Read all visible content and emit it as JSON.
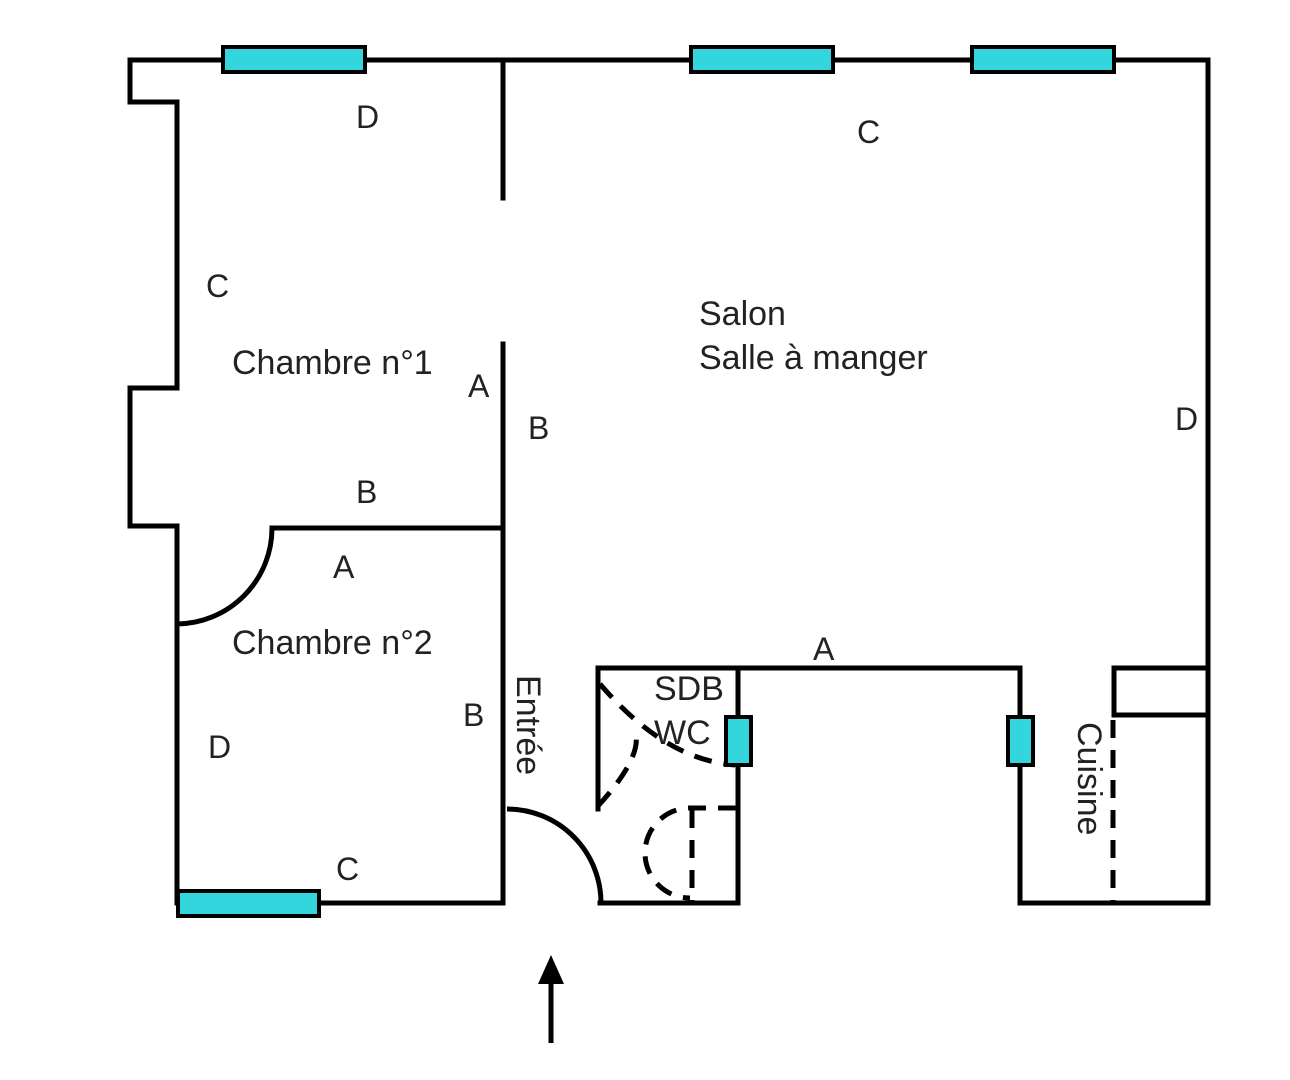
{
  "colors": {
    "wall": "#000000",
    "window": "#33d6dd",
    "text": "#222222",
    "background": "#ffffff"
  },
  "rooms": {
    "chambre1": "Chambre n°1",
    "chambre2": "Chambre n°2",
    "salon": "Salon",
    "salle_a_manger": "Salle à manger",
    "sdb": "SDB",
    "wc": "WC",
    "entree": "Entrée",
    "cuisine": "Cuisine"
  },
  "wall_labels": {
    "ch1_top": "D",
    "ch1_left": "C",
    "ch1_right": "A",
    "ch1_bottom": "B",
    "ch2_top": "A",
    "ch2_right": "B",
    "ch2_left": "D",
    "ch2_bottom": "C",
    "salon_top": "C",
    "salon_left": "B",
    "salon_right": "D",
    "salon_bottom": "A"
  },
  "icons": {
    "entry": "arrow-up-icon"
  }
}
